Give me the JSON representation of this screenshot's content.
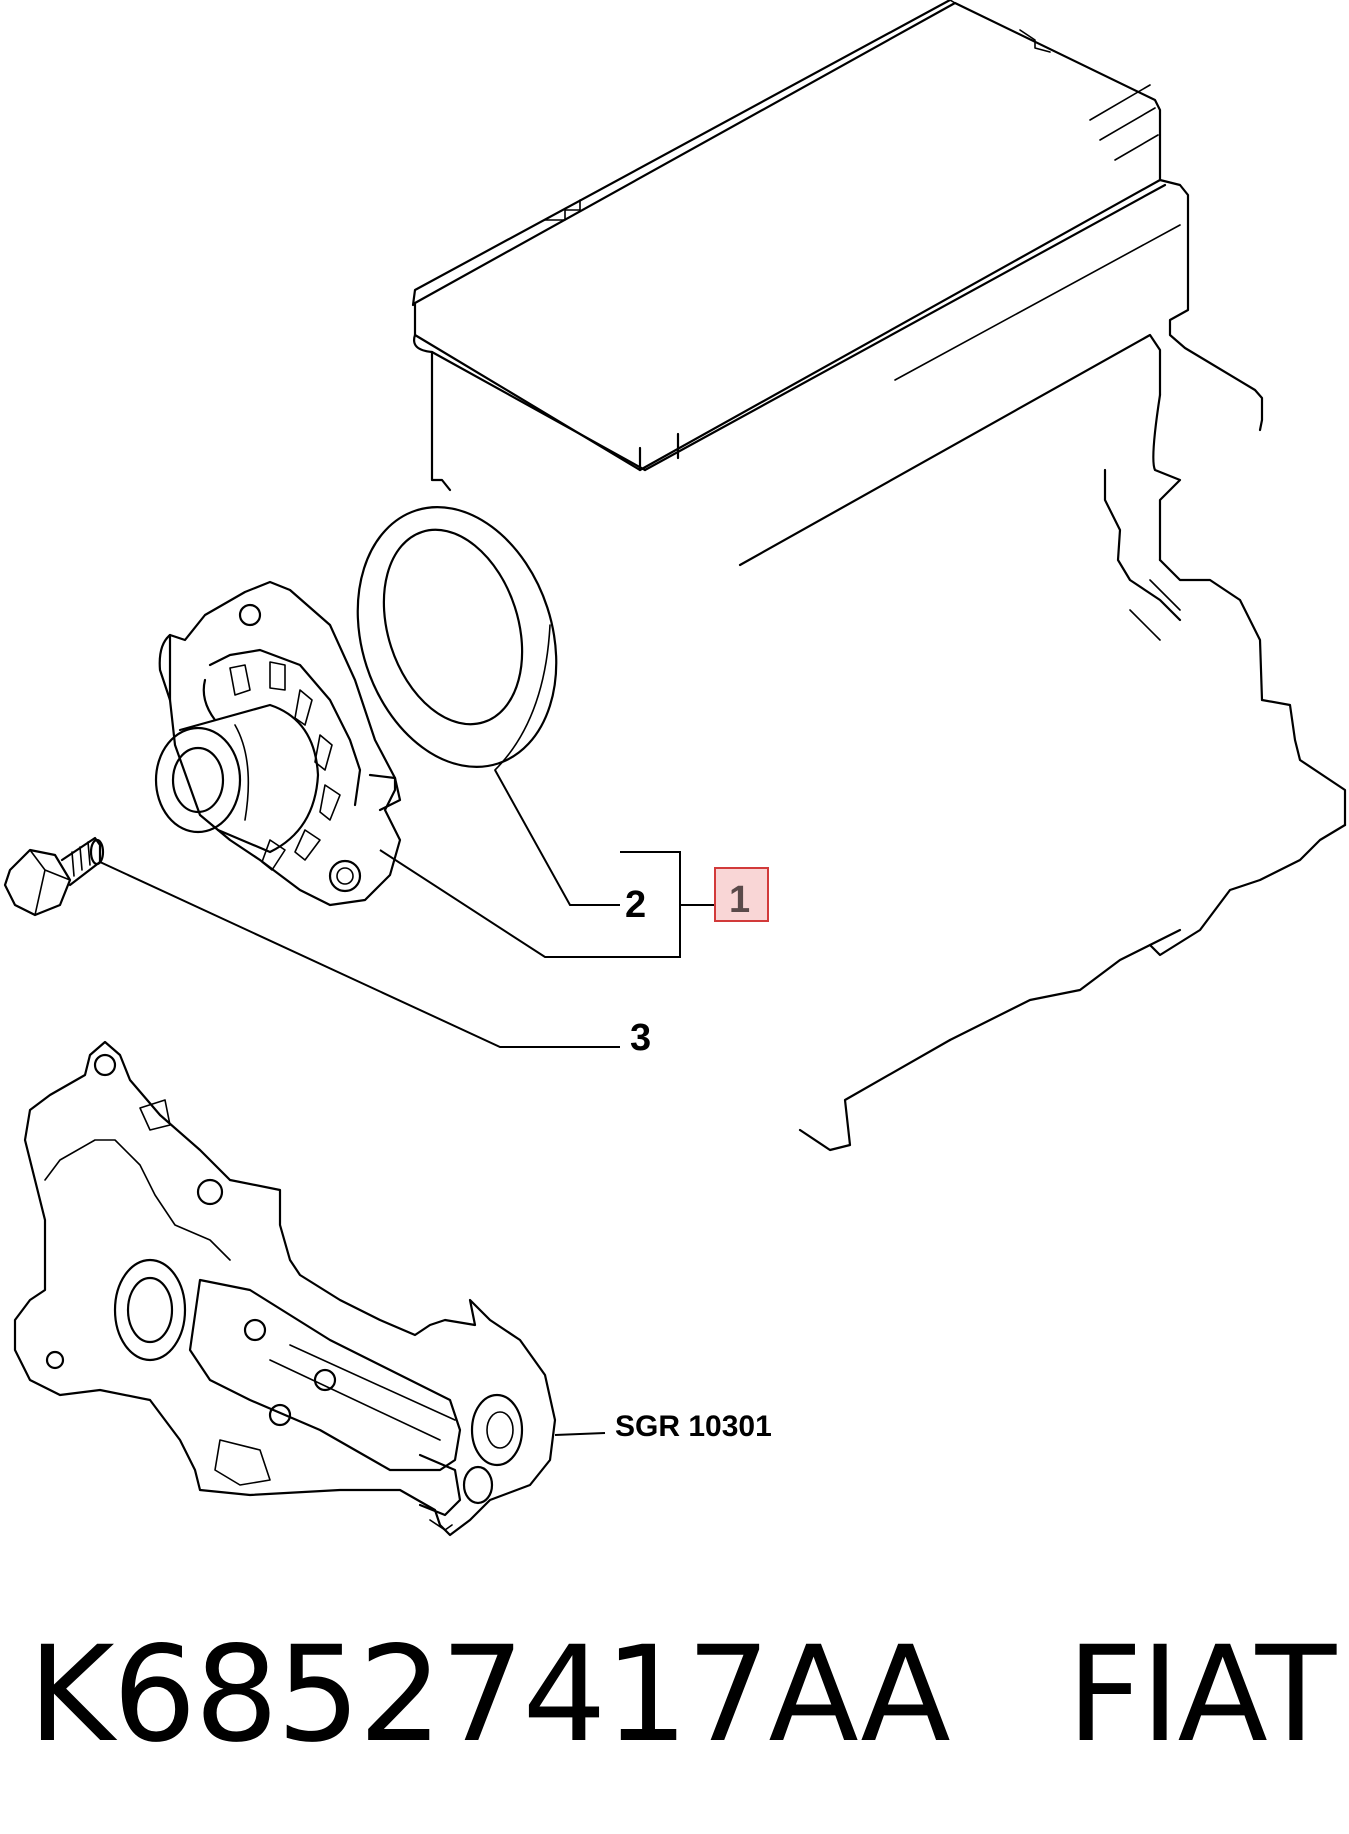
{
  "callouts": {
    "item_1": "1",
    "item_2": "2",
    "item_3": "3"
  },
  "reference": "SGR 10301",
  "footer": {
    "part_number": "K68527417AA",
    "brand": "FIAT"
  },
  "colors": {
    "highlight_fill": "#f9d6d6",
    "highlight_stroke": "#d23a3a",
    "line": "#000000"
  }
}
